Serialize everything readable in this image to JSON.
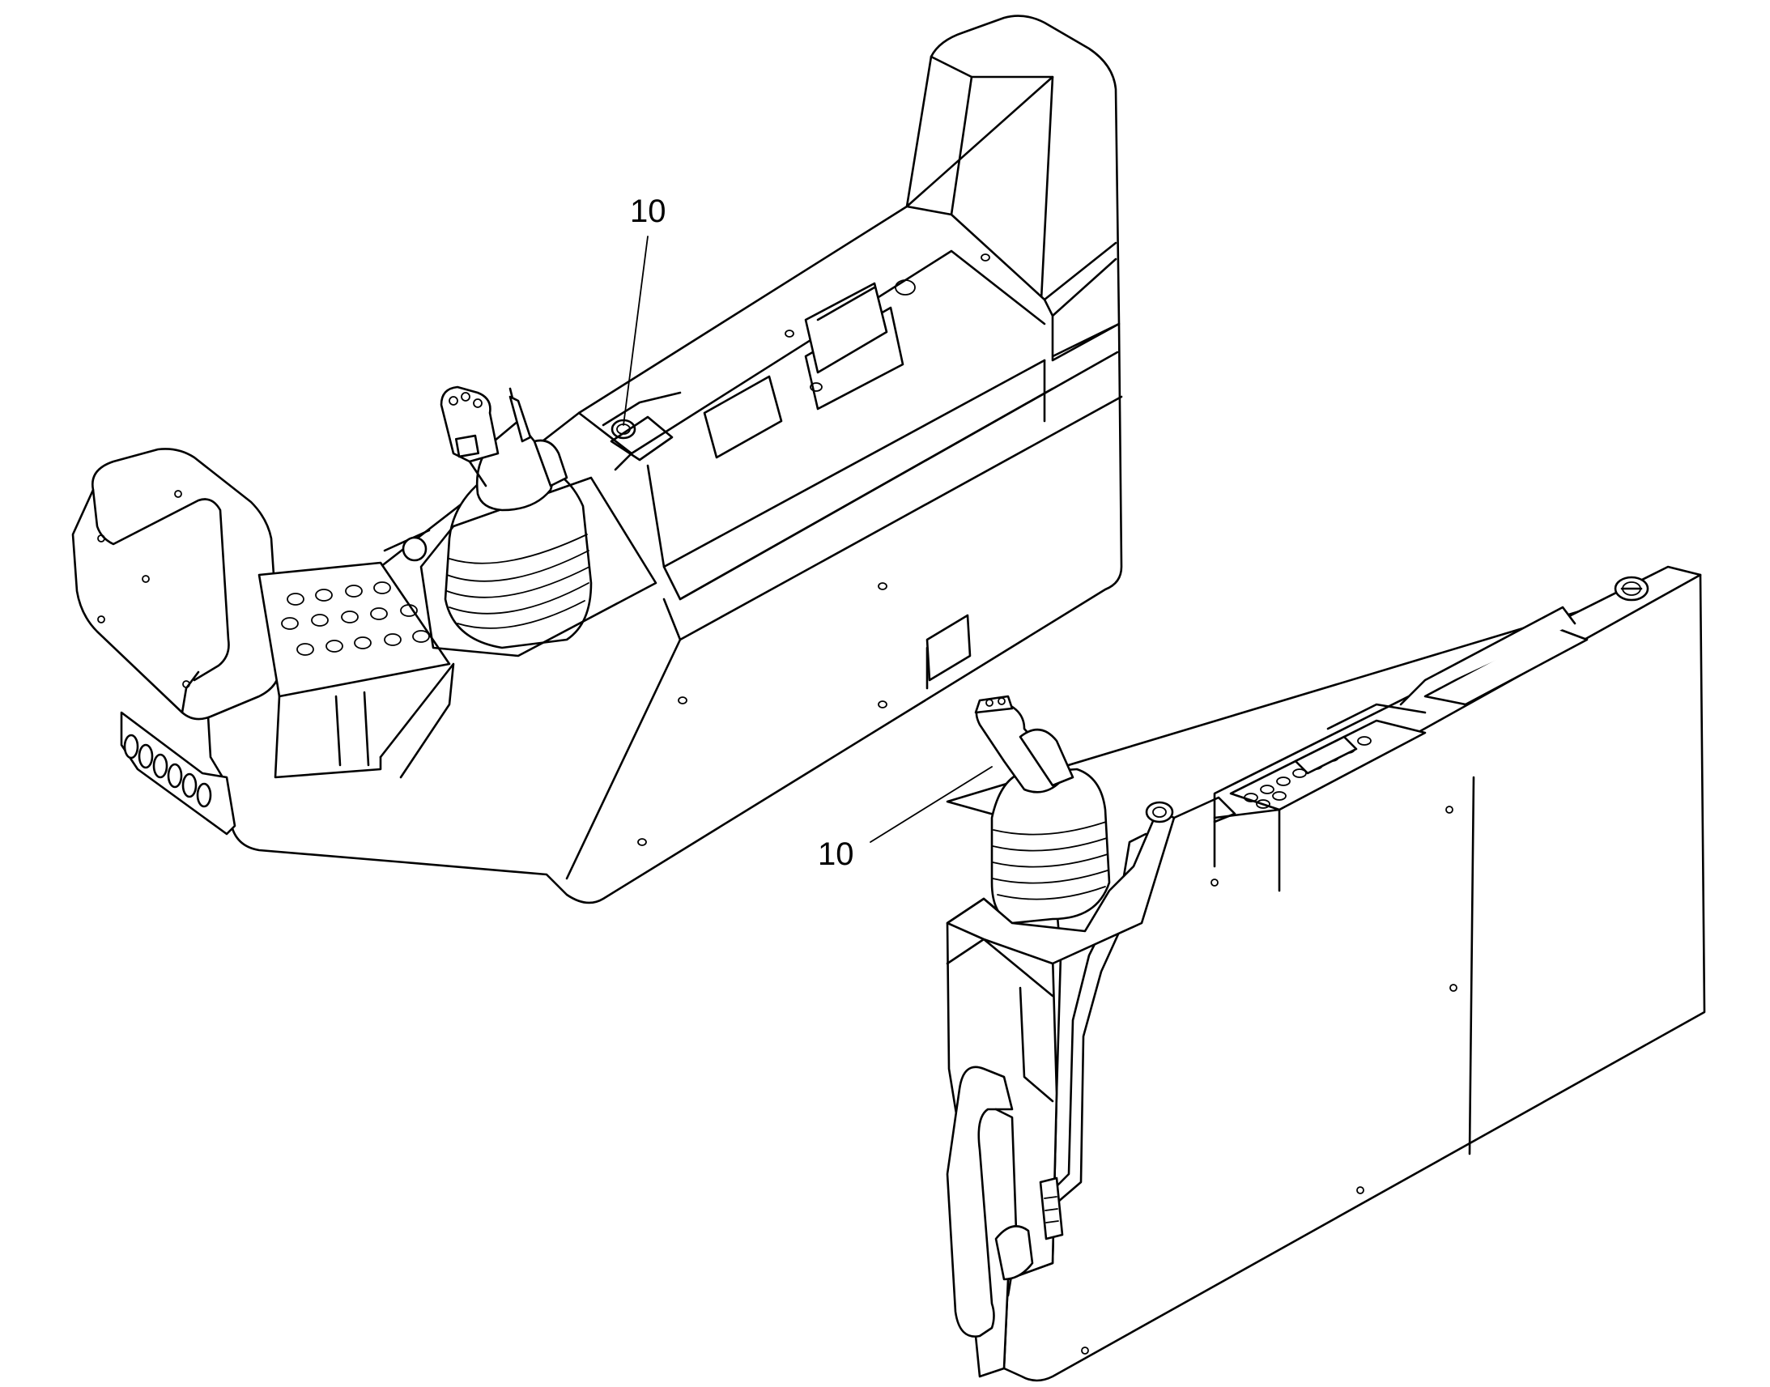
{
  "callouts": [
    {
      "id": "callout-left",
      "label": "10"
    },
    {
      "id": "callout-right",
      "label": "10"
    }
  ]
}
